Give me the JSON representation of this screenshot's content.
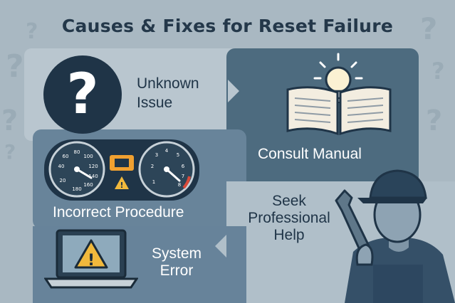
{
  "title": "Causes & Fixes for Reset Failure",
  "panels": {
    "unknown_issue": {
      "line1": "Unknown",
      "line2": "Issue"
    },
    "consult_manual": {
      "label": "Consult Manual"
    },
    "incorrect_procedure": {
      "label": "Incorrect Procedure"
    },
    "seek_help": {
      "line1": "Seek",
      "line2": "Professional",
      "line3": "Help"
    },
    "system_error": {
      "line1": "System",
      "line2": "Error"
    }
  },
  "glyphs": {
    "question": "?",
    "warning": "!"
  },
  "gauges": {
    "left_ticks": [
      "40",
      "60",
      "80",
      "100",
      "120",
      "140",
      "160",
      "180",
      "20"
    ],
    "right_ticks": [
      "2",
      "3",
      "4",
      "5",
      "6",
      "7",
      "8",
      "1"
    ]
  },
  "colors": {
    "background": "#a9b8c2",
    "dark_navy": "#1f3447",
    "panel_dark": "#4d6b7f",
    "panel_mid": "#68849a",
    "panel_light": "#b9c6cf",
    "warning_yellow": "#f1b93c",
    "engine_orange": "#f0a030"
  },
  "icons": [
    "question-bubble-icon",
    "open-book-icon",
    "lightbulb-icon",
    "dashboard-gauges-icon",
    "check-engine-icon",
    "warning-triangle-icon",
    "laptop-icon",
    "wrench-icon",
    "mechanic-icon"
  ]
}
